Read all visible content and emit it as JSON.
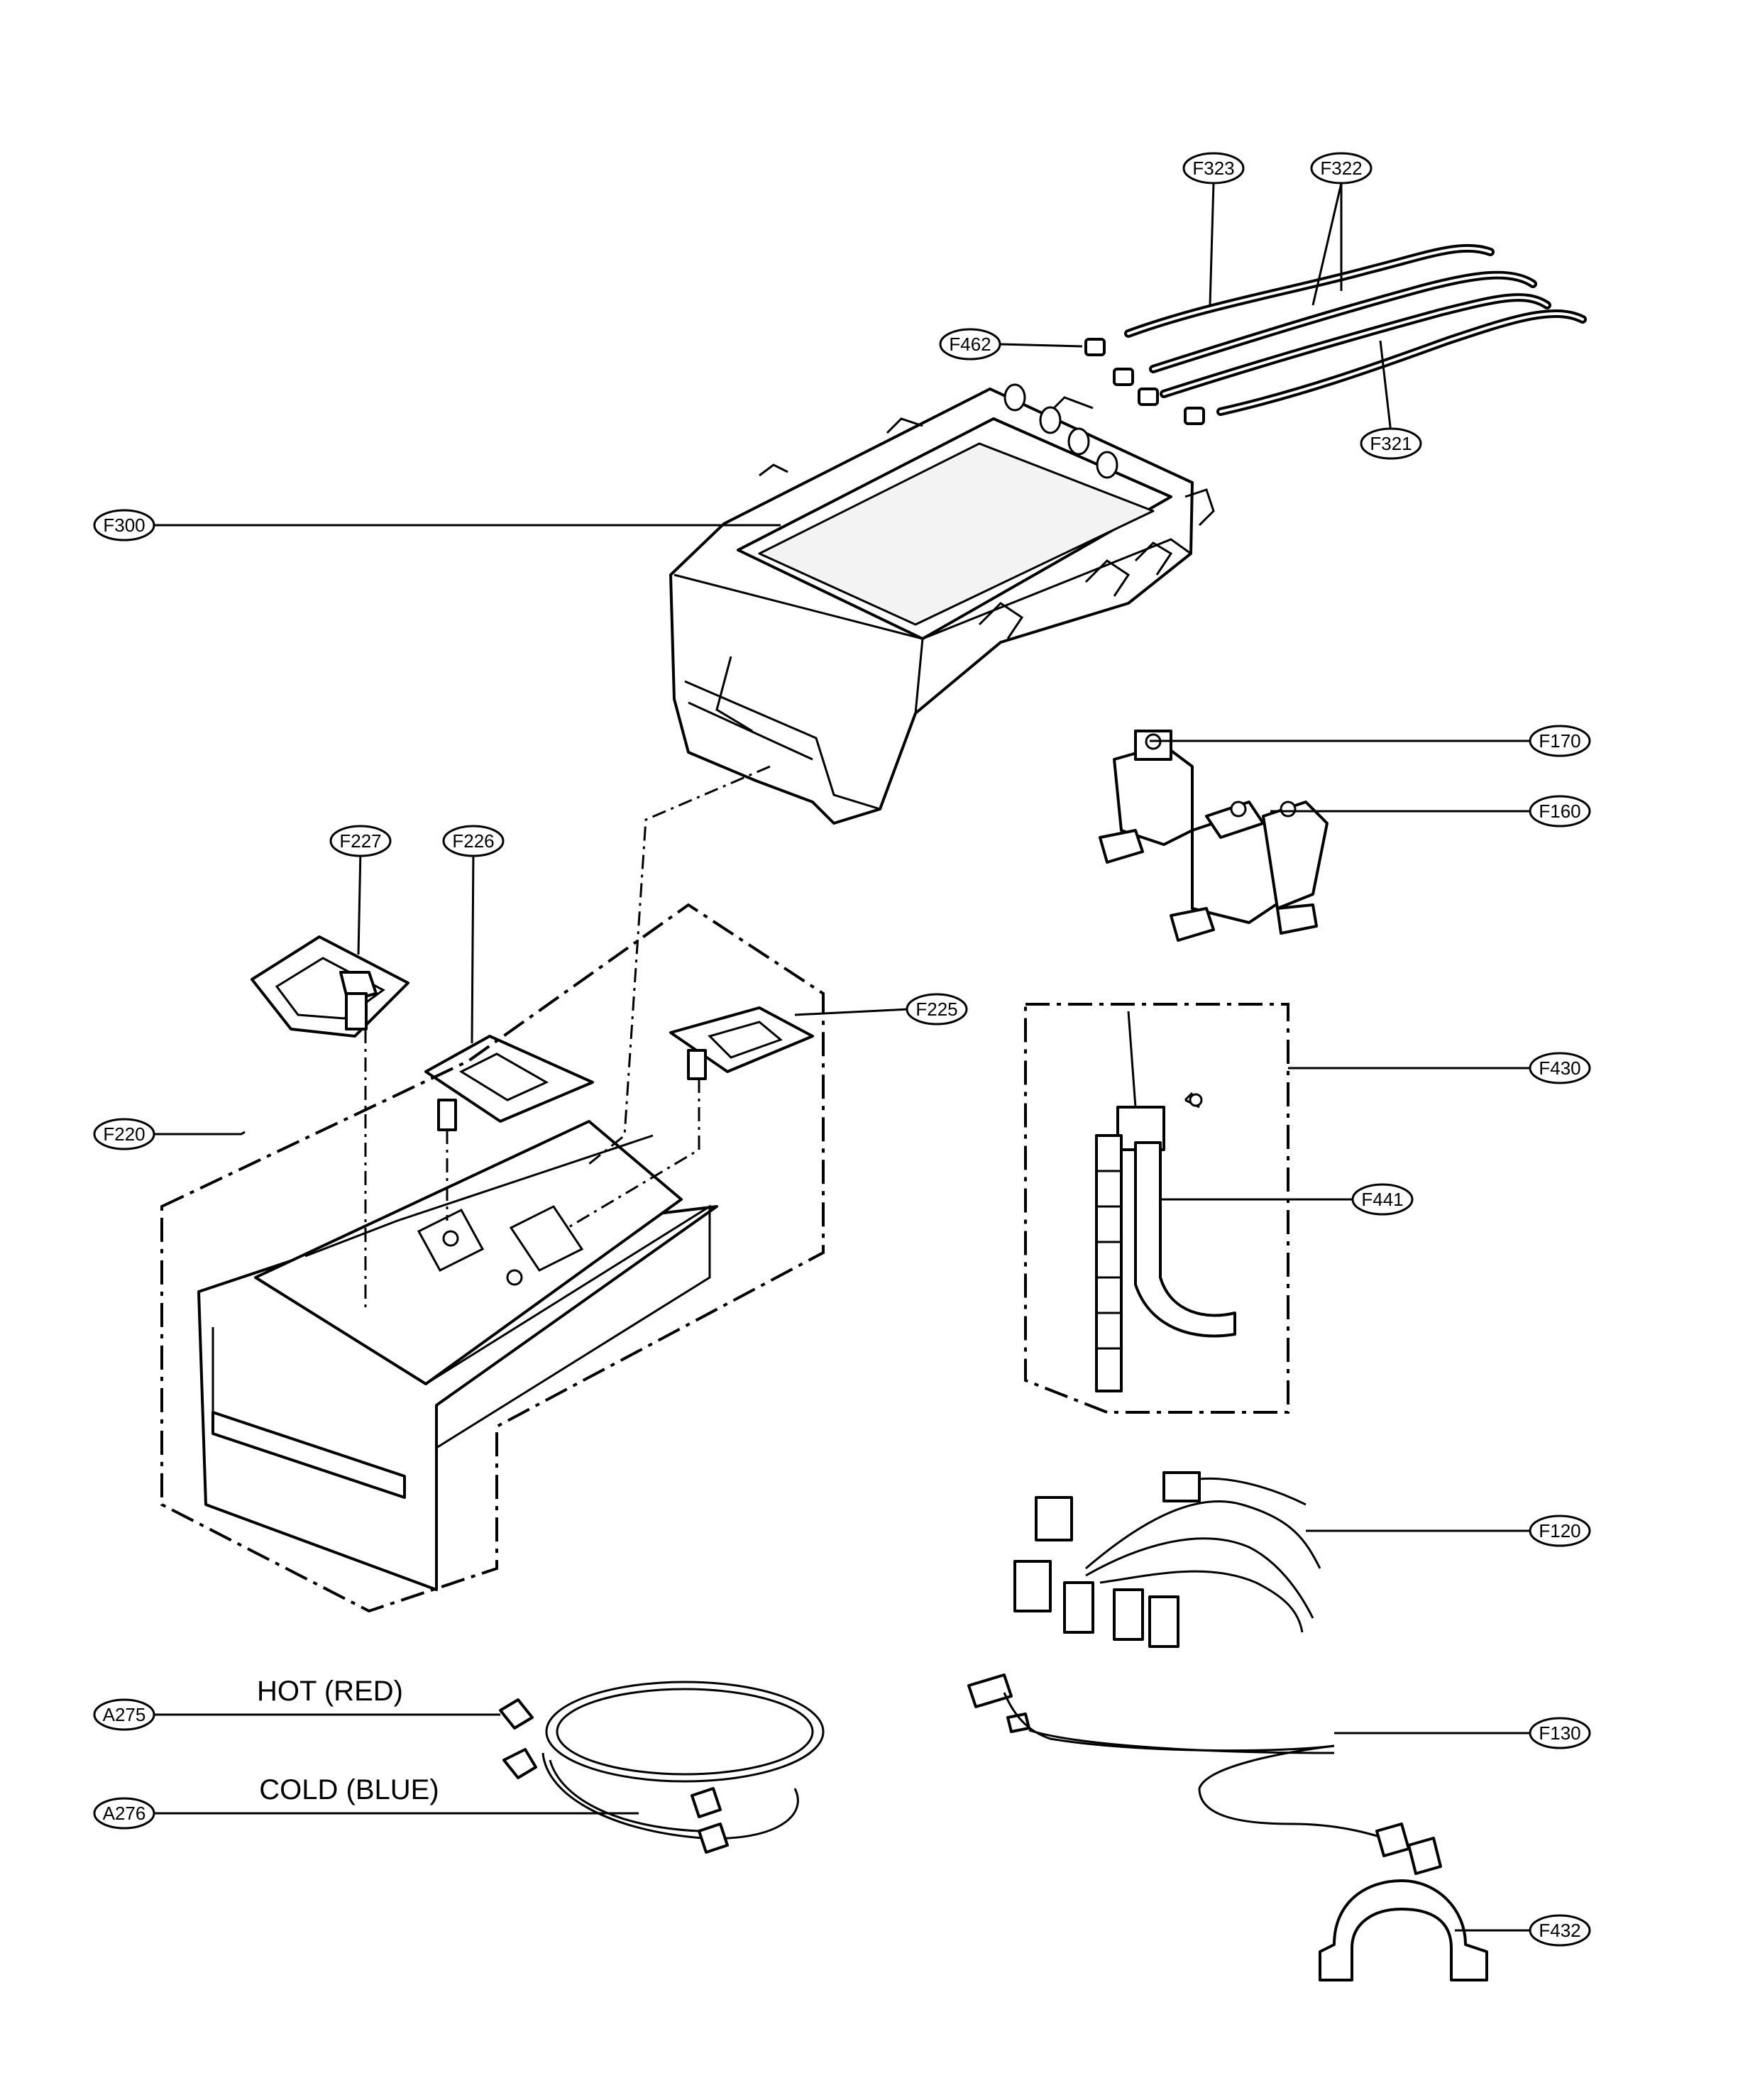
{
  "callouts": {
    "F323": "F323",
    "F322": "F322",
    "F321": "F321",
    "F462": "F462",
    "F300": "F300",
    "F170": "F170",
    "F160": "F160",
    "F227": "F227",
    "F226": "F226",
    "F225": "F225",
    "F430": "F430",
    "F220": "F220",
    "F441": "F441",
    "F120": "F120",
    "F130": "F130",
    "A275": "A275",
    "A276": "A276",
    "F432": "F432"
  },
  "captions": {
    "hot": "HOT (RED)",
    "cold": "COLD (BLUE)"
  }
}
